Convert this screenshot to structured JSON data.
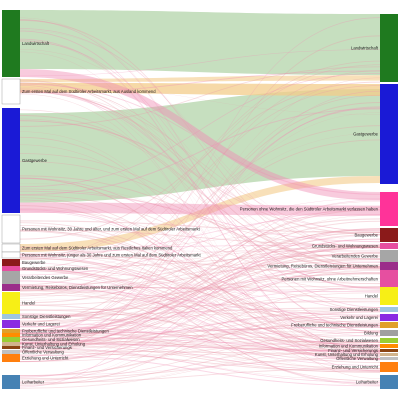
{
  "chart_data": {
    "type": "sankey",
    "left_nodes": [
      {
        "label": "Landwirtschaft",
        "color": "#1f7a1f"
      },
      {
        "label": "Zum ersten Mal auf dem Südtiroler Arbeitsmarkt, aus Ausland kommend",
        "color": "#ffffff"
      },
      {
        "label": "Gastgewerbe",
        "color": "#1a1ad6"
      },
      {
        "label": "Personen mit Wohnsitz, 30 Jahre und älter, und zum ersten Mal auf dem Südtiroler Arbeitsmarkt",
        "color": "#ffffff"
      },
      {
        "label": "Zum ersten Mal auf dem Südtiroler Arbeitsmarkt, aus Restliches Italien kommend",
        "color": "#ffffff"
      },
      {
        "label": "Personen mit Wohnsitz, jünger als 30 Jahre und zum ersten Mal auf dem Südtiroler Arbeitsmarkt",
        "color": "#ffffff"
      },
      {
        "label": "Baugewerbe",
        "color": "#8b1a1a"
      },
      {
        "label": "Grundstücks- und Wohnungswesen",
        "color": "#e64fa0"
      },
      {
        "label": "Verarbeitendes Gewerbe",
        "color": "#a6a6a6"
      },
      {
        "label": "Vermietung, Reisebüros, Dienstleistungen für Unternehmen",
        "color": "#9b2d8a"
      },
      {
        "label": "Handel",
        "color": "#f7ef16"
      },
      {
        "label": "Sonstige Dienstleistungen",
        "color": "#9ec6e0"
      },
      {
        "label": "Verkehr und Lagerei",
        "color": "#8a2be2"
      },
      {
        "label": "Freiberufliche und technische Dienstleistungen",
        "color": "#e0a02a"
      },
      {
        "label": "Information und Kommunikation",
        "color": "#ff8c00"
      },
      {
        "label": "Gesundheits- und Sozialwesen",
        "color": "#9acd32"
      },
      {
        "label": "Kunst, Unterhaltung und Erholung",
        "color": "#d2b48c"
      },
      {
        "label": "Finanz- und Versicherungs",
        "color": "#8b4513"
      },
      {
        "label": "Öffentliche Verwaltung",
        "color": "#c0c0c0"
      },
      {
        "label": "Erziehung und Unterricht",
        "color": "#ff7f0e"
      },
      {
        "label": "Leiharbeiter",
        "color": "#4682b4"
      }
    ],
    "right_nodes": [
      {
        "label": "Landwirtschaft",
        "color": "#1f7a1f"
      },
      {
        "label": "Gastgewerbe",
        "color": "#1a1ad6"
      },
      {
        "label": "Personen ohne Wohnsitz, die den Südtiroler Arbeitsmarkt verlassen haben",
        "color": "#ff3399"
      },
      {
        "label": "Baugewerbe",
        "color": "#8b1a1a"
      },
      {
        "label": "Grundstücks- und Wohnungswesen",
        "color": "#e64fa0"
      },
      {
        "label": "Verarbeitendes Gewerbe",
        "color": "#a6a6a6"
      },
      {
        "label": "Vermietung, Reisebüros, Dienstleistungen für Unternehmen",
        "color": "#9b2d8a"
      },
      {
        "label": "Personen mit Wohnsitz, ohne Arbeitnehmerschaften",
        "color": "#e64fa0"
      },
      {
        "label": "Handel",
        "color": "#f7ef16"
      },
      {
        "label": "Sonstige Dienstleistungen",
        "color": "#9ec6e0"
      },
      {
        "label": "Verkehr und Lagerei",
        "color": "#8a2be2"
      },
      {
        "label": "Freiberufliche und technische Dienstleistungen",
        "color": "#e0a02a"
      },
      {
        "label": "Bildung",
        "color": "#a0a0a0"
      },
      {
        "label": "Gesundheits- und Sozialwesen",
        "color": "#9acd32"
      },
      {
        "label": "Information und Kommunikation",
        "color": "#ff8c00"
      },
      {
        "label": "Finanz- und Versicherungs",
        "color": "#8b4513"
      },
      {
        "label": "Kunst, Unterhaltung und Erholung",
        "color": "#d2b48c"
      },
      {
        "label": "Öffentliche Verwaltung",
        "color": "#c0c0c0"
      },
      {
        "label": "Erziehung und Unterricht",
        "color": "#ff7f0e"
      },
      {
        "label": "Leiharbeiter",
        "color": "#4682b4"
      }
    ],
    "link_colors": {
      "stay": "#bcd9b4",
      "arrival": "#f3cc8a",
      "departure": "#f08bb4",
      "other": "#e89aa8"
    }
  }
}
